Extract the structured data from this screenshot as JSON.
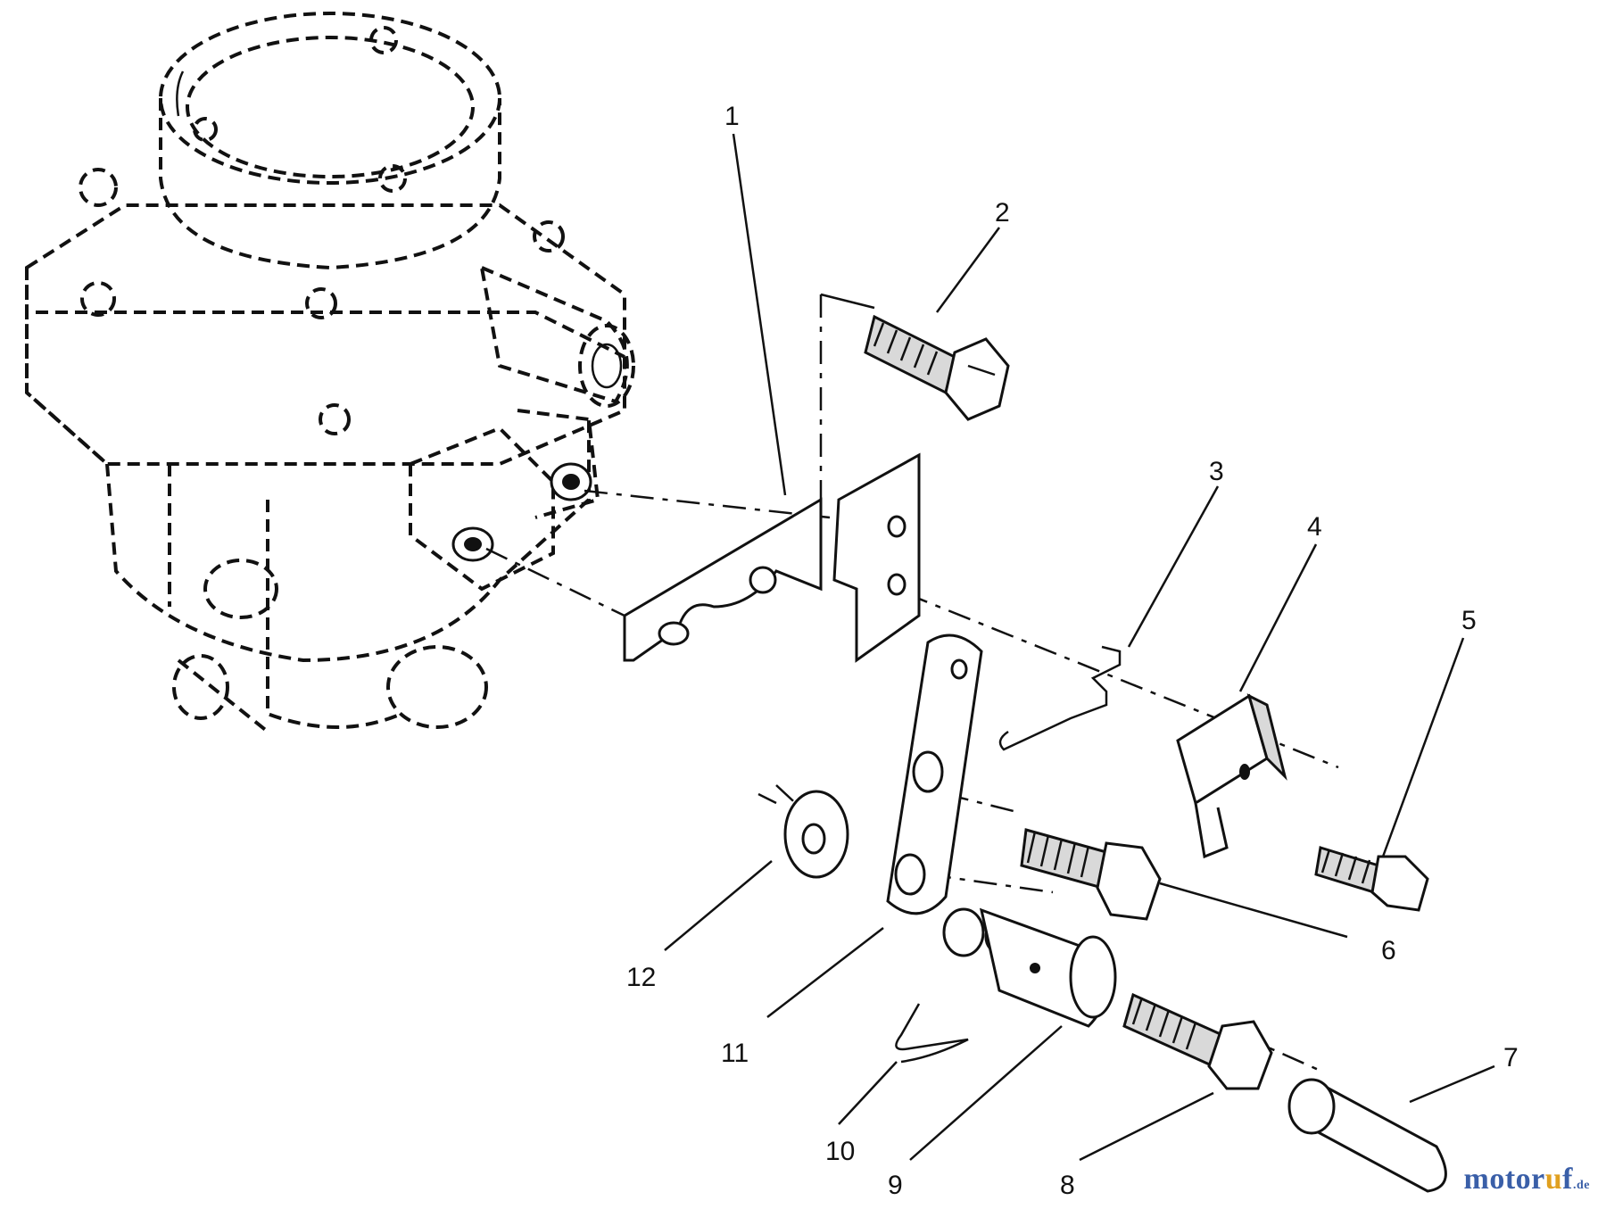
{
  "callouts": [
    {
      "label": "1"
    },
    {
      "label": "2"
    },
    {
      "label": "3"
    },
    {
      "label": "4"
    },
    {
      "label": "5"
    },
    {
      "label": "6"
    },
    {
      "label": "7"
    },
    {
      "label": "8"
    },
    {
      "label": "9"
    },
    {
      "label": "10"
    },
    {
      "label": "11"
    },
    {
      "label": "12"
    }
  ],
  "watermark": {
    "main": "motor",
    "accent": "u",
    "tail": "f",
    "tld": ".de"
  }
}
